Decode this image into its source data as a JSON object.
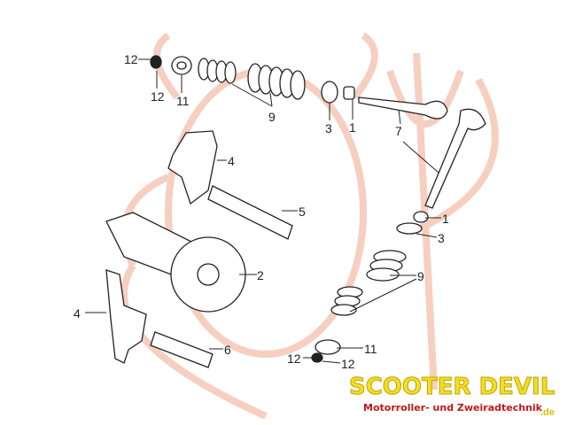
{
  "diagram": {
    "part_labels": [
      {
        "id": "12a",
        "text": "12"
      },
      {
        "id": "12b",
        "text": "12"
      },
      {
        "id": "11a",
        "text": "11"
      },
      {
        "id": "9a",
        "text": "9"
      },
      {
        "id": "3a",
        "text": "3"
      },
      {
        "id": "1a",
        "text": "1"
      },
      {
        "id": "7",
        "text": "7"
      },
      {
        "id": "4a",
        "text": "4"
      },
      {
        "id": "5",
        "text": "5"
      },
      {
        "id": "1b",
        "text": "1"
      },
      {
        "id": "3b",
        "text": "3"
      },
      {
        "id": "2",
        "text": "2"
      },
      {
        "id": "9b",
        "text": "9"
      },
      {
        "id": "4b",
        "text": "4"
      },
      {
        "id": "6",
        "text": "6"
      },
      {
        "id": "11b",
        "text": "11"
      },
      {
        "id": "12c",
        "text": "12"
      },
      {
        "id": "12d",
        "text": "12"
      }
    ]
  },
  "logo": {
    "brand": "SCOOTER DEVIL",
    "tagline": "Motorroller- und Zweiradtechnik",
    "tld": ".de",
    "colors": {
      "yellow": "#f0e020",
      "red": "#c41818",
      "watermark": "#f4c8b8"
    }
  }
}
